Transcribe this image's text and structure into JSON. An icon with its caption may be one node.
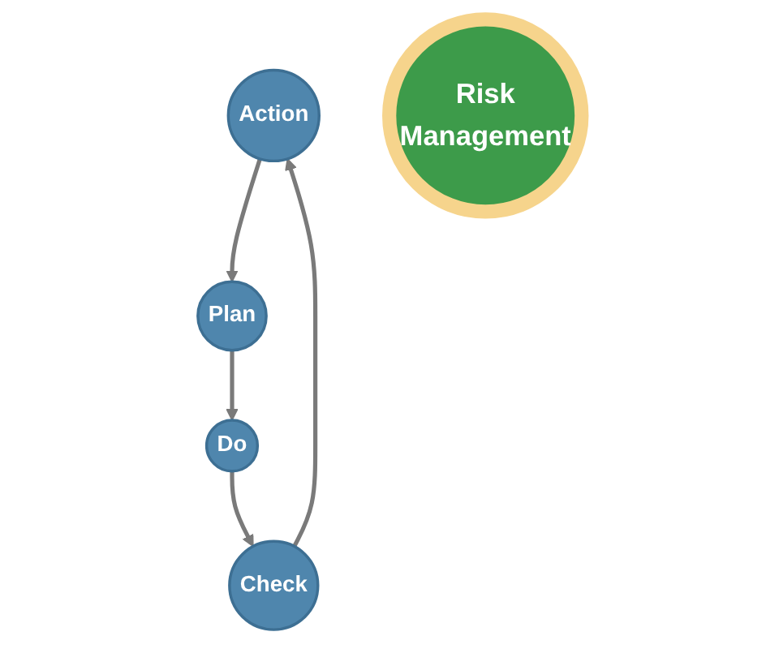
{
  "diagram": {
    "nodes": [
      {
        "text": [
          "Action"
        ]
      },
      {
        "text": [
          "Plan"
        ]
      },
      {
        "text": [
          "Do"
        ]
      },
      {
        "text": [
          "Check"
        ]
      },
      {
        "text": [
          "Risk",
          "Management"
        ]
      }
    ],
    "edges": [
      {
        "from": 0,
        "to": 1,
        "arrow": "to"
      },
      {
        "from": 1,
        "to": 2,
        "arrow": "to"
      },
      {
        "from": 2,
        "to": 3,
        "arrow": "to"
      },
      {
        "from": 3,
        "to": 0,
        "arrow": "to"
      }
    ]
  }
}
